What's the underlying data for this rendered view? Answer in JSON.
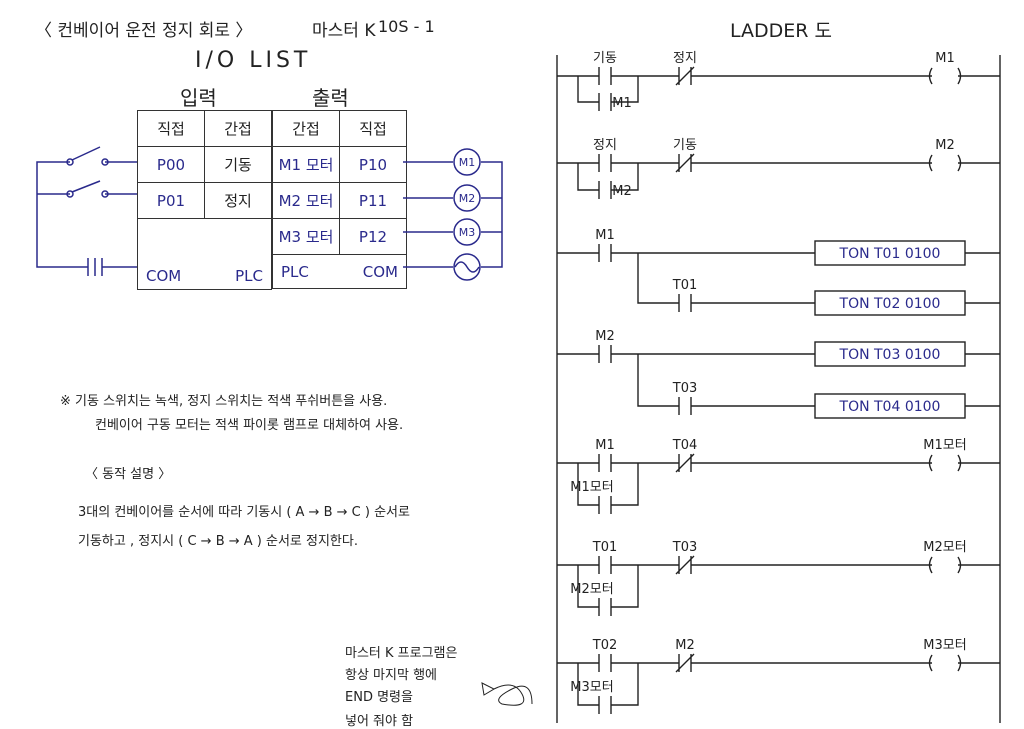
{
  "title": "〈 컨베이어 운전 정지 회로 〉",
  "plc": "마스터 K",
  "model": "10S - 1",
  "io_list_title": "I/O LIST",
  "ladder_title": "LADDER 도",
  "input": {
    "title": "입력",
    "headers": [
      "직접",
      "간접"
    ],
    "rows": [
      [
        "P00",
        "기동"
      ],
      [
        "P01",
        "정지"
      ]
    ],
    "com": [
      "COM",
      "PLC"
    ]
  },
  "output": {
    "title": "출력",
    "headers": [
      "간접",
      "직접"
    ],
    "rows": [
      [
        "M1 모터",
        "P10"
      ],
      [
        "M2 모터",
        "P11"
      ],
      [
        "M3 모터",
        "P12"
      ]
    ],
    "com": [
      "PLC",
      "COM"
    ]
  },
  "motors": [
    "M1",
    "M2",
    "M3"
  ],
  "notes": [
    "※ 기동 스위치는 녹색, 정지 스위치는 적색 푸쉬버튼을 사용.",
    "컨베이어 구동 모터는 적색 파이롯 램프로 대체하여 사용."
  ],
  "operation_title": "〈 동작 설명 〉",
  "operation": [
    "3대의 컨베이어를 순서에 따라 기동시 ( A → B → C ) 순서로",
    "기동하고 ,  정지시 ( C → B → A ) 순서로  정지한다."
  ],
  "memo": [
    "마스터 K 프로그램은",
    "항상 마지막 행에",
    "END 명령을",
    "넣어 줘야 함"
  ],
  "rungs": [
    {
      "contacts": [
        {
          "label": "기동",
          "type": "NO"
        },
        {
          "label": "정지",
          "type": "NC"
        }
      ],
      "coil": "M1",
      "branch": "M1"
    },
    {
      "contacts": [
        {
          "label": "정지",
          "type": "NO"
        },
        {
          "label": "기동",
          "type": "NC"
        }
      ],
      "coil": "M2",
      "branch": "M2"
    },
    {
      "contacts": [
        {
          "label": "M1",
          "type": "NO"
        }
      ],
      "box": "TON  T01  0100",
      "sub": {
        "label": "T01",
        "box": "TON  T02  0100"
      }
    },
    {
      "contacts": [
        {
          "label": "M2",
          "type": "NO"
        }
      ],
      "box": "TON  T03  0100",
      "sub": {
        "label": "T03",
        "box": "TON  T04  0100"
      }
    },
    {
      "contacts": [
        {
          "label": "M1",
          "type": "NO"
        },
        {
          "label": "T04",
          "type": "NC"
        }
      ],
      "coil": "M1모터",
      "branch": "M1모터"
    },
    {
      "contacts": [
        {
          "label": "T01",
          "type": "NO"
        },
        {
          "label": "T03",
          "type": "NC"
        }
      ],
      "coil": "M2모터",
      "branch": "M2모터"
    },
    {
      "contacts": [
        {
          "label": "T02",
          "type": "NO"
        },
        {
          "label": "M2",
          "type": "NC"
        }
      ],
      "coil": "M3모터",
      "branch": "M3모터"
    }
  ]
}
